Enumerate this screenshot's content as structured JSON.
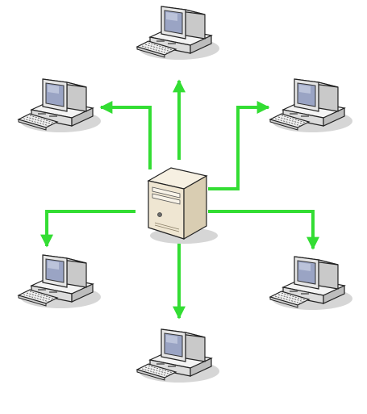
{
  "diagram": {
    "type": "star-network",
    "center": {
      "icon": "server-tower-icon"
    },
    "nodes": [
      {
        "id": "top",
        "icon": "desktop-computer-icon"
      },
      {
        "id": "upper-left",
        "icon": "desktop-computer-icon"
      },
      {
        "id": "upper-right",
        "icon": "desktop-computer-icon"
      },
      {
        "id": "lower-left",
        "icon": "desktop-computer-icon"
      },
      {
        "id": "lower-right",
        "icon": "desktop-computer-icon"
      },
      {
        "id": "bottom",
        "icon": "desktop-computer-icon"
      }
    ],
    "link_direction": "server-to-computer",
    "colors": {
      "link": "#33dd33",
      "server_body": "#efe6d2",
      "monitor_case": "#eeeeee",
      "screen": "#9aa4c4",
      "shadow": "#d6d6d6",
      "outline": "#222222"
    }
  }
}
